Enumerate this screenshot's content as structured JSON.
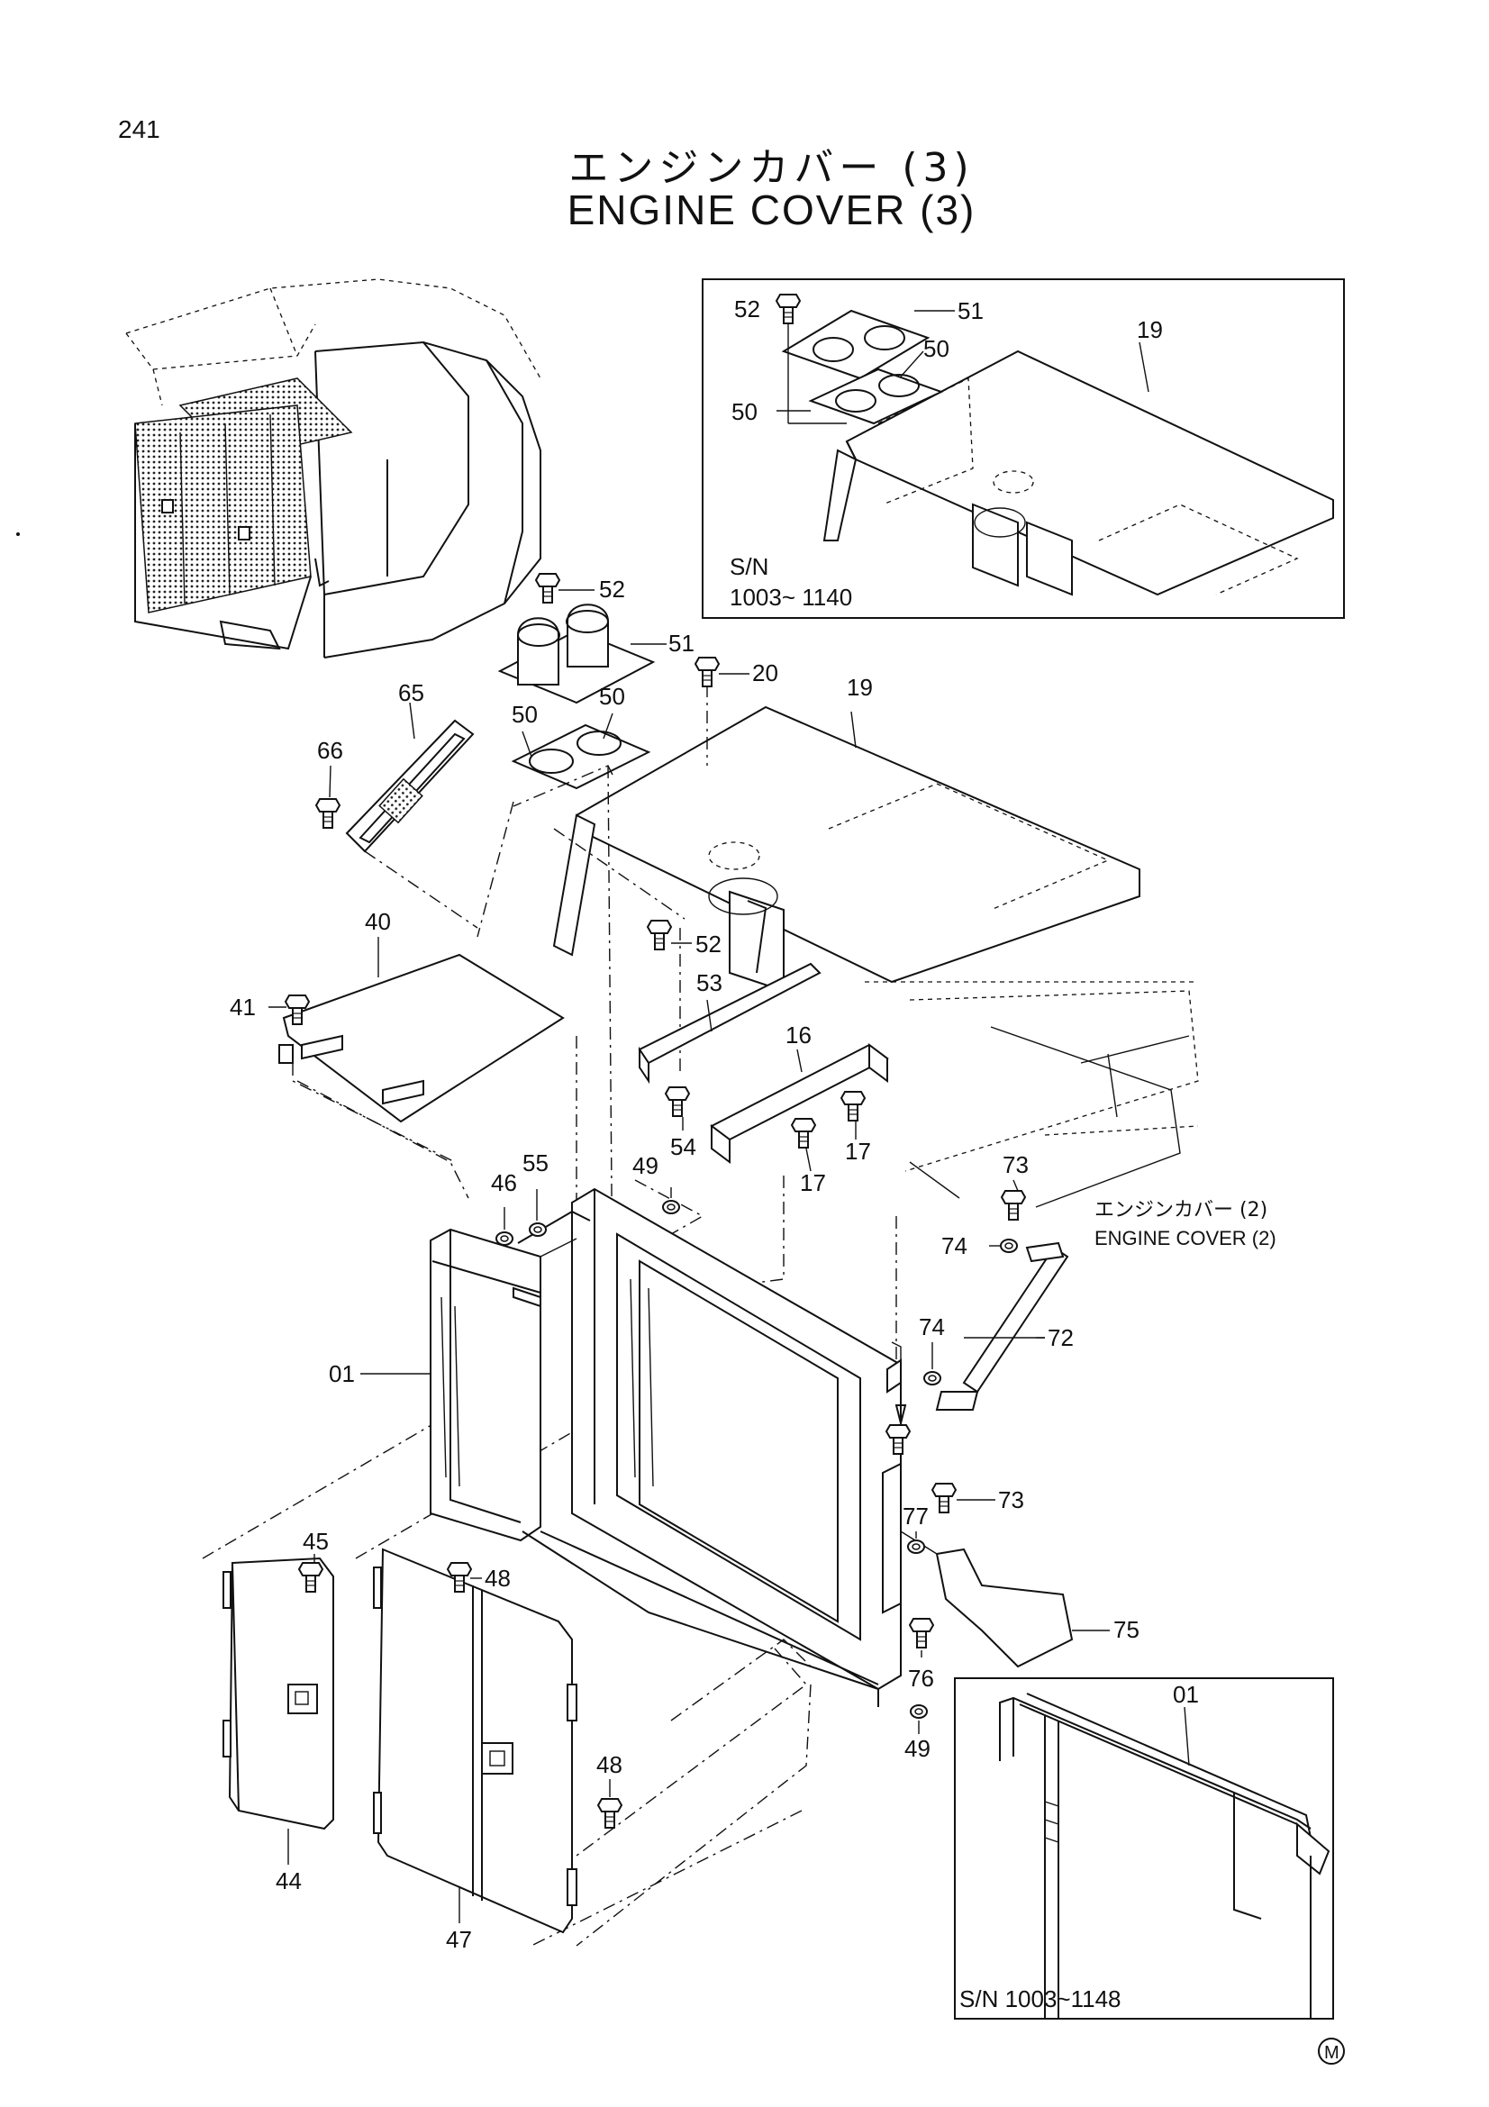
{
  "page_number": "241",
  "title_jp": "エンジンカバー (3)",
  "title_en": "ENGINE COVER (3)",
  "inset_top": {
    "serial_label": "S/N",
    "serial_range": "1003~ 1140"
  },
  "inset_bottom": {
    "serial_text": "S/N  1003~1148",
    "part": "01"
  },
  "reference": {
    "jp": "エンジンカバー (2)",
    "en": "ENGINE COVER (2)"
  },
  "mark": "M",
  "part_labels": {
    "inset_52": "52",
    "inset_51": "51",
    "inset_50a": "50",
    "inset_50b": "50",
    "inset_19": "19",
    "p52_top": "52",
    "p51": "51",
    "p20": "20",
    "p50a": "50",
    "p50b": "50",
    "p19": "19",
    "p65": "65",
    "p66": "66",
    "p40": "40",
    "p41": "41",
    "p52_low": "52",
    "p53": "53",
    "p16": "16",
    "p54": "54",
    "p17a": "17",
    "p17b": "17",
    "p49_top": "49",
    "p46": "46",
    "p55": "55",
    "p73_top": "73",
    "p74a": "74",
    "p74b": "74",
    "p72": "72",
    "p01": "01",
    "p73_mid": "73",
    "p77": "77",
    "p75": "75",
    "p76": "76",
    "p45": "45",
    "p48a": "48",
    "p48b": "48",
    "p49_low": "49",
    "p44": "44",
    "p47": "47"
  },
  "icons": {
    "bolt": "hex-bolt-icon",
    "nut": "hex-nut-icon",
    "latch": "door-latch-icon"
  }
}
